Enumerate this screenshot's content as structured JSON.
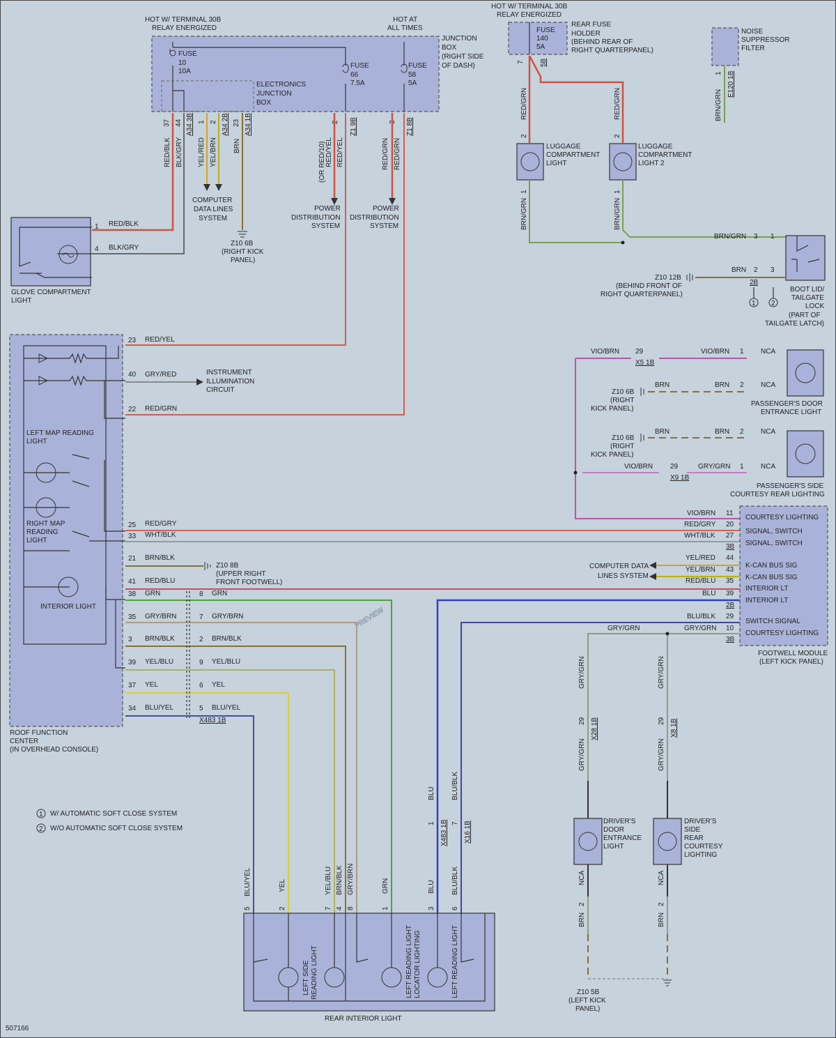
{
  "labels": {
    "jb_hot_30b_1": "HOT W/ TERMINAL 30B",
    "jb_hot_30b_2": "RELAY ENERGIZED",
    "jb_hot_all_1": "HOT AT",
    "jb_hot_all_2": "ALL TIMES",
    "jb_1": "JUNCTION",
    "jb_2": "BOX",
    "jb_3": "(RIGHT SIDE",
    "jb_4": "OF DASH)",
    "fuse10_1": "FUSE",
    "fuse10_2": "10",
    "fuse10_3": "10A",
    "fuse66_1": "FUSE",
    "fuse66_2": "66",
    "fuse66_3": "7.5A",
    "fuse58_1": "FUSE",
    "fuse58_2": "58",
    "fuse58_3": "5A",
    "ejb_1": "ELECTRONICS",
    "ejb_2": "JUNCTION",
    "ejb_3": "BOX",
    "p1": "1",
    "p2": "2",
    "p3": "3",
    "p4": "4",
    "p5": "5",
    "p6": "6",
    "p7": "7",
    "p8": "8",
    "p9": "9",
    "p10": "10",
    "p11": "11",
    "p20": "20",
    "p21": "21",
    "p22": "22",
    "p23": "23",
    "p25": "25",
    "p27": "27",
    "p29": "29",
    "p33": "33",
    "p34": "34",
    "p35": "35",
    "p37": "37",
    "p38": "38",
    "p39": "39",
    "p40": "40",
    "p41": "41",
    "p43": "43",
    "p44": "44",
    "a34_3b": "A34 3B",
    "a34_2b": "A34 2B",
    "a34_1b": "A34 1B",
    "z1_9b": "Z1 9B",
    "z1_8b": "Z1 8B",
    "c5b": "5B",
    "c2b": "2B",
    "c3b": "3B",
    "e120_1b": "E120 1B",
    "x5_1b": "X5 1B",
    "x9_1b": "X9 1B",
    "x483_1b": "X483 1B",
    "x16_1b": "X16 1B",
    "x28_1b": "X28 1B",
    "x8_1b": "X8 1B",
    "cdls_1": "COMPUTER",
    "cdls_2": "DATA LINES",
    "cdls_3": "SYSTEM",
    "cdls_line_1": "COMPUTER DATA",
    "cdls_line_2": "LINES SYSTEM",
    "z10_6b": "Z10 6B",
    "rkp_1": "(RIGHT KICK",
    "rkp_2": "PANEL)",
    "rkp_short_1": "(RIGHT",
    "rkp_short_2": "KICK PANEL)",
    "pds_1": "POWER",
    "pds_2": "DISTRIBUTION",
    "pds_3": "SYSTEM",
    "glove_1": "GLOVE COMPARTMENT",
    "glove_2": "LIGHT",
    "rf_1": "FUSE",
    "rf_2": "140",
    "rf_3": "5A",
    "rfh_1": "REAR FUSE",
    "rfh_2": "HOLDER",
    "rfh_3": "(BEHIND REAR OF",
    "rfh_4": "RIGHT QUARTERPANEL)",
    "lug_1": "LUGGAGE",
    "lug_2": "COMPARTMENT",
    "lug_3": "LIGHT",
    "lug2_3": "LIGHT 2",
    "ns_1": "NOISE",
    "ns_2": "SUPPRESSOR",
    "ns_3": "FILTER",
    "z10_12b": "Z10 12B",
    "bfrq_1": "(BEHIND FRONT OF",
    "bfrq_2": "RIGHT QUARTERPANEL)",
    "n1": "1",
    "n2": "2",
    "tl_1": "BOOT LID/",
    "tl_2": "TAILGATE",
    "tl_3": "LOCK",
    "tl_4": "(PART OF",
    "tl_5": "TAILGATE LATCH)",
    "lmr_1": "LEFT MAP READING",
    "lmr_2": "LIGHT",
    "rmr_1": "RIGHT MAP",
    "rmr_2": "READING",
    "rmr_3": "LIGHT",
    "interior_light": "INTERIOR LIGHT",
    "rfc_1": "ROOF FUNCTION",
    "rfc_2": "CENTER",
    "rfc_3": "(IN OVERHEAD CONSOLE)",
    "iic_1": "INSTRUMENT",
    "iic_2": "ILLUMINATION",
    "iic_3": "CIRCUIT",
    "z10_8b": "Z10 8B",
    "urf_1": "(UPPER RIGHT",
    "urf_2": "FRONT FOOTWELL)",
    "nca": "NCA",
    "pdel_1": "PASSENGER'S DOOR",
    "pdel_2": "ENTRANCE LIGHT",
    "psrl_1": "PASSENGER'S SIDE",
    "psrl_2": "COURTESY REAR LIGHTING",
    "courtesy_lighting": "COURTESY LIGHTING",
    "signal_switch": "SIGNAL, SWITCH",
    "kcan": "K-CAN BUS SIG",
    "interior_lt": "INTERIOR LT",
    "switch_signal": "SWITCH SIGNAL",
    "fwm_1": "FOOTWELL MODULE",
    "fwm_2": "(LEFT KICK PANEL)",
    "ddel_1": "DRIVER'S",
    "ddel_2": "DOOR",
    "ddel_3": "ENTRANCE",
    "ddel_4": "LIGHT",
    "dsrc_2": "SIDE",
    "dsrc_3": "REAR",
    "dsrc_4": "COURTESY",
    "dsrc_5": "LIGHTING",
    "z10_5b": "Z10 5B",
    "lkp_1": "(LEFT KICK",
    "lkp_2": "PANEL)",
    "lsrl_1": "LEFT SIDE",
    "lsrl_2": "READING LIGHT",
    "lrll_1": "LEFT READING LIGHT",
    "lrll_2": "LOCATOR LIGHTING",
    "lrl": "LEFT READING LIGHT",
    "ril": "REAR INTERIOR LIGHT",
    "note1": "W/ AUTOMATIC SOFT CLOSE SYSTEM",
    "note2": "W/O AUTOMATIC SOFT CLOSE SYSTEM",
    "diagram_number": "507166",
    "watermark": "PREVIEW"
  },
  "colors": {
    "red_blk": "RED/BLK",
    "blk_gry": "BLK/GRY",
    "yel_red": "YEL/RED",
    "yel_brn": "YEL/BRN",
    "brn": "BRN",
    "or_red10": "(OR RED/10)",
    "red_yel": "RED/YEL",
    "red_grn": "RED/GRN",
    "brn_grn": "BRN/GRN",
    "gry_red": "GRY/RED",
    "red_gry": "RED/GRY",
    "wht_blk": "WHT/BLK",
    "brn_blk": "BRN/BLK",
    "red_blu": "RED/BLU",
    "grn": "GRN",
    "gry_brn": "GRY/BRN",
    "yel_blu": "YEL/BLU",
    "yel": "YEL",
    "blu_yel": "BLU/YEL",
    "vio_brn": "VIO/BRN",
    "gry_grn": "GRY/GRN",
    "blu": "BLU",
    "blu_blk": "BLU/BLK"
  }
}
